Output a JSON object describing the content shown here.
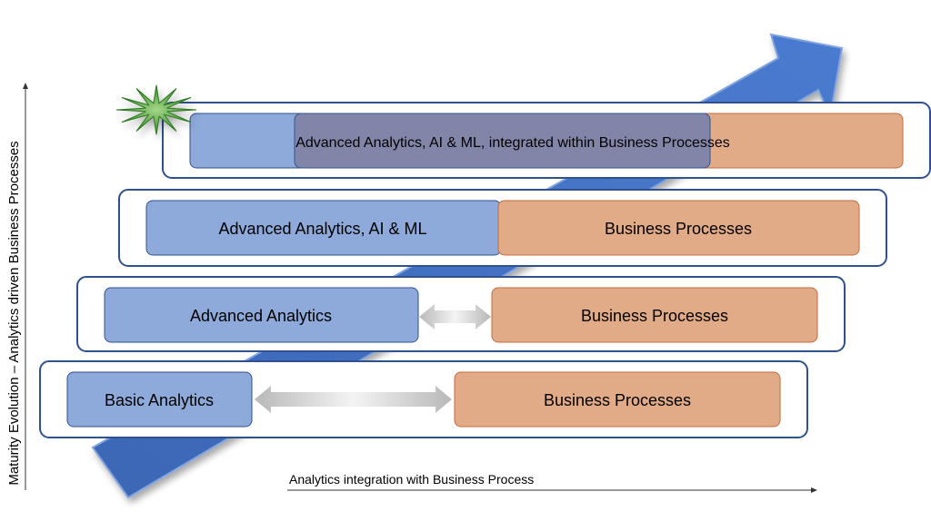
{
  "axes": {
    "y_label": "Maturity Evolution – Analytics driven Business Processes",
    "x_label": "Analytics integration with Business Process"
  },
  "levels": [
    {
      "analytics_label": "Basic Analytics",
      "business_label": "Business Processes"
    },
    {
      "analytics_label": "Advanced Analytics",
      "business_label": "Business Processes"
    },
    {
      "analytics_label": "Advanced Analytics, AI & ML",
      "business_label": "Business Processes"
    },
    {
      "integrated_label": "Advanced Analytics, AI & ML, integrated within Business Processes"
    }
  ],
  "colors": {
    "analytics_fill": "#8eaadb",
    "business_fill": "#e2ab88",
    "overlap_fill": "#8385a8",
    "frame_stroke": "#2f528f",
    "arrow_fill": "#4472c4",
    "star_fill": "#3e9a2a"
  },
  "icons": {
    "star": "star-burst-icon",
    "arrow": "growth-arrow-icon"
  }
}
